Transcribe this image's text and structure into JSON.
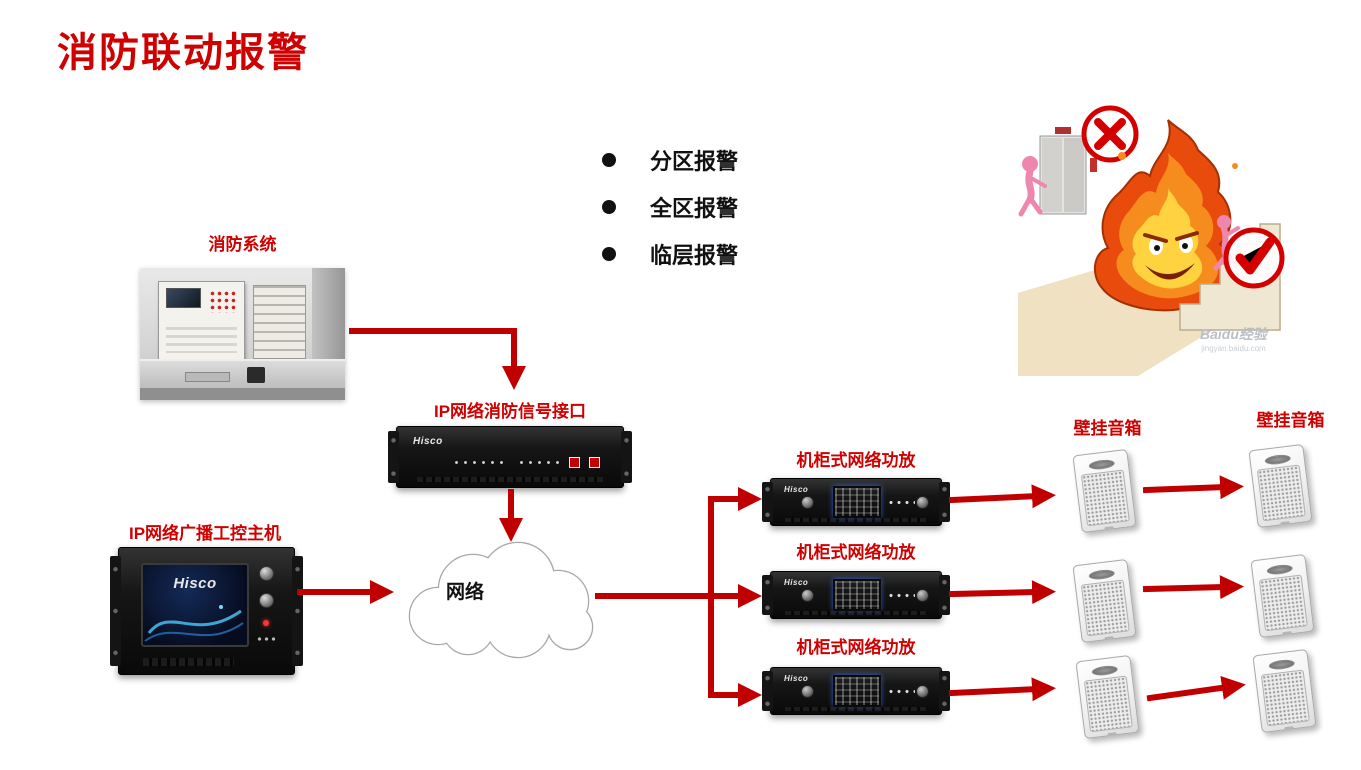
{
  "title": "消防联动报警",
  "bullets": [
    "分区报警",
    "全区报警",
    "临层报警"
  ],
  "labels": {
    "fire_system": "消防系统",
    "fire_interface": "IP网络消防信号接口",
    "broadcast_host": "IP网络广播工控主机",
    "network": "网络"
  },
  "amplifiers": [
    "机柜式网络功放",
    "机柜式网络功放",
    "机柜式网络功放"
  ],
  "speaker_labels": [
    "壁挂音箱",
    "壁挂音箱"
  ],
  "devices": {
    "brand": "Hisco"
  },
  "illustration": {
    "watermark_brand": "Baidu经验",
    "watermark_url": "jingyan.baidu.com"
  },
  "colors": {
    "accent_red": "#cf0000",
    "arrow_red": "#c00000",
    "text_black": "#111111",
    "lcd_blue": "#2f62e0"
  }
}
